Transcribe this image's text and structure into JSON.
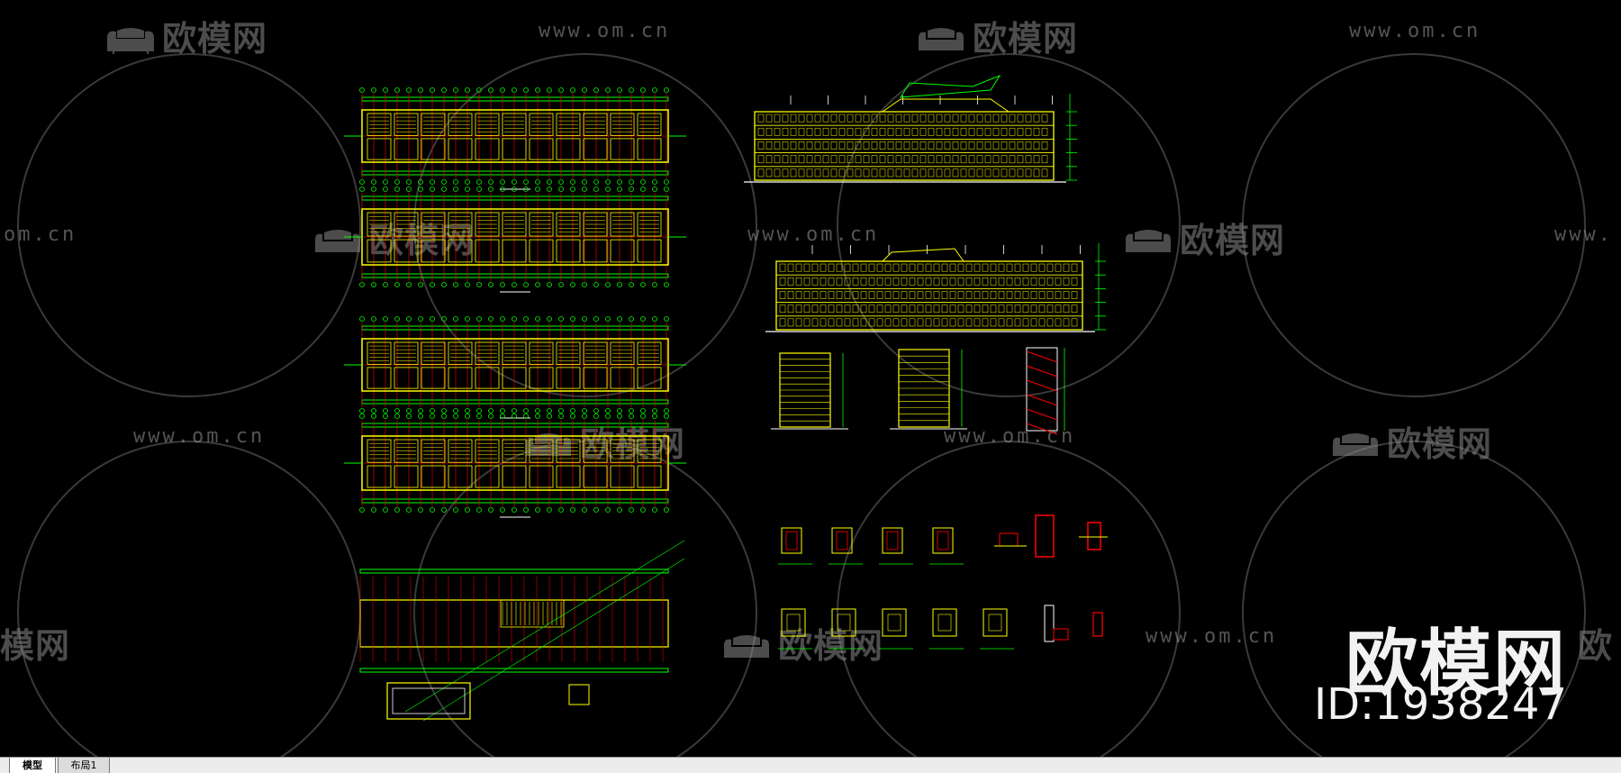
{
  "canvas": {
    "background": "#000000",
    "line_colors": {
      "green": "#00ff00",
      "yellow": "#ffff00",
      "red": "#ff0000",
      "white": "#ffffff",
      "gray": "#888888"
    }
  },
  "watermarks": {
    "brand_text": "欧模网",
    "url_text": "www.om.cn",
    "partial_url_left": "om.cn",
    "partial_url_right": "www.",
    "partial_brand_left": "模网",
    "partial_brand_right": "欧",
    "logo_icon": "sofa-icon"
  },
  "brand": {
    "name": "欧模网",
    "id": "ID:1938247"
  },
  "tabs": [
    {
      "label": "模型",
      "active": true
    },
    {
      "label": "布局1",
      "active": false
    }
  ]
}
